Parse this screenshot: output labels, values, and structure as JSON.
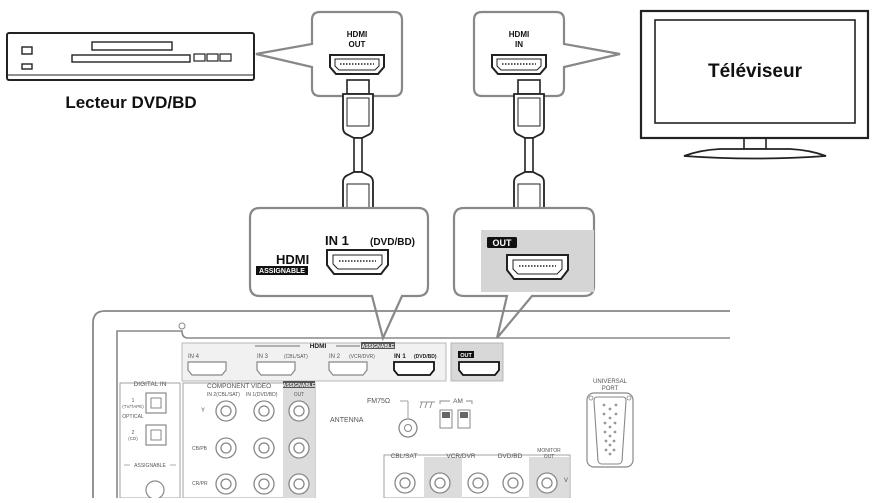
{
  "devices": {
    "player_label": "Lecteur DVD/BD",
    "tv_label": "Téléviseur"
  },
  "callouts": {
    "player_port": {
      "line1": "HDMI",
      "line2": "OUT"
    },
    "tv_port": {
      "line1": "HDMI",
      "line2": "IN"
    },
    "receiver_in": {
      "hdmi": "HDMI",
      "assignable": "ASSIGNABLE",
      "input": "IN 1",
      "source": "(DVD/BD)"
    },
    "receiver_out": {
      "badge": "OUT"
    }
  },
  "panel": {
    "hdmi_header": "HDMI",
    "assignable_tag": "ASSIGNABLE",
    "hdmi_inputs": [
      {
        "name": "IN 4",
        "sub": ""
      },
      {
        "name": "IN 3",
        "sub": "(CBL/SAT)"
      },
      {
        "name": "IN 2",
        "sub": "(VCR/DVR)"
      },
      {
        "name": "IN 1",
        "sub": "(DVD/BD)"
      }
    ],
    "hdmi_out": "OUT",
    "digital_in": "DIGITAL IN",
    "digital_1": "1",
    "digital_1_sub": "(TV/TAPE)",
    "optical": "OPTICAL",
    "digital_2": "2",
    "digital_2_sub": "(CD)",
    "assignable_low": "ASSIGNABLE",
    "component_video": "COMPONENT VIDEO",
    "comp_in2": "IN 2(CBL/SAT)",
    "comp_in1": "IN 1(DVD/BD)",
    "comp_out": "OUT",
    "y_label": "Y",
    "cb_label": "CB/PB",
    "cr_label": "CR/PR",
    "fm": "FM75Ω",
    "am": "AM",
    "antenna": "ANTENNA",
    "cbl_sat": "CBL/SAT",
    "vcr_dvr": "VCR/DVR",
    "dvd_bd": "DVD/BD",
    "monitor": "MONITOR",
    "monitor_out": "OUT",
    "v_label": "V",
    "universal": "UNIVERSAL",
    "port": "PORT"
  }
}
